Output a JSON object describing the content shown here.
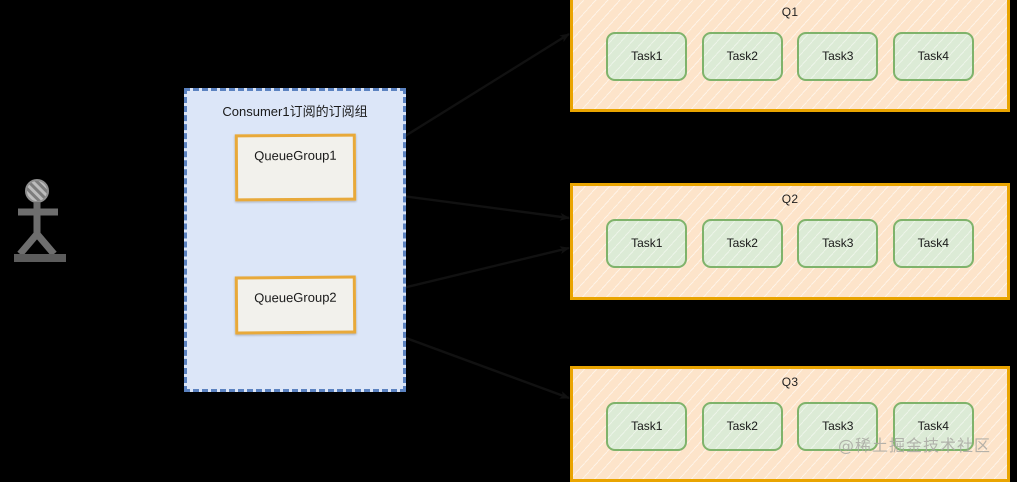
{
  "diagram": {
    "title": "Consumer subscription group to queue fan-out",
    "background_color": "#000000"
  },
  "actor": {
    "name": "consumer-actor",
    "icon": "stick-figure-actor-icon",
    "color": "#6e6e6e"
  },
  "consumer_group": {
    "label": "Consumer1订阅的订阅组",
    "fill_color": "#dce6f8",
    "border_color": "#5b82c0",
    "border_style": "dashed",
    "queue_groups": [
      {
        "label": "QueueGroup1",
        "fill_color": "#f2f1ec",
        "border_color": "#e8a93a"
      },
      {
        "label": "QueueGroup2",
        "fill_color": "#f2f1ec",
        "border_color": "#e8a93a"
      }
    ]
  },
  "queues": [
    {
      "label": "Q1",
      "fill_color": "#fde4ca",
      "border_color": "#e9a400",
      "tasks": [
        {
          "label": "Task1"
        },
        {
          "label": "Task2"
        },
        {
          "label": "Task3"
        },
        {
          "label": "Task4"
        }
      ]
    },
    {
      "label": "Q2",
      "fill_color": "#fde4ca",
      "border_color": "#e9a400",
      "tasks": [
        {
          "label": "Task1"
        },
        {
          "label": "Task2"
        },
        {
          "label": "Task3"
        },
        {
          "label": "Task4"
        }
      ]
    },
    {
      "label": "Q3",
      "fill_color": "#fde4ca",
      "border_color": "#e9a400",
      "tasks": [
        {
          "label": "Task1"
        },
        {
          "label": "Task2"
        },
        {
          "label": "Task3"
        },
        {
          "label": "Task4"
        }
      ]
    }
  ],
  "task_style": {
    "fill_color": "#dcebd6",
    "border_color": "#7fb36b"
  },
  "connectors": {
    "color": "#111111",
    "actor_to_queuegroup1": "arrow",
    "actor_to_queuegroup2": "arrow",
    "queuegroup_to_queue": "arrow"
  },
  "watermark": {
    "text": "@稀土掘金技术社区",
    "color": "#a9a9a3"
  }
}
